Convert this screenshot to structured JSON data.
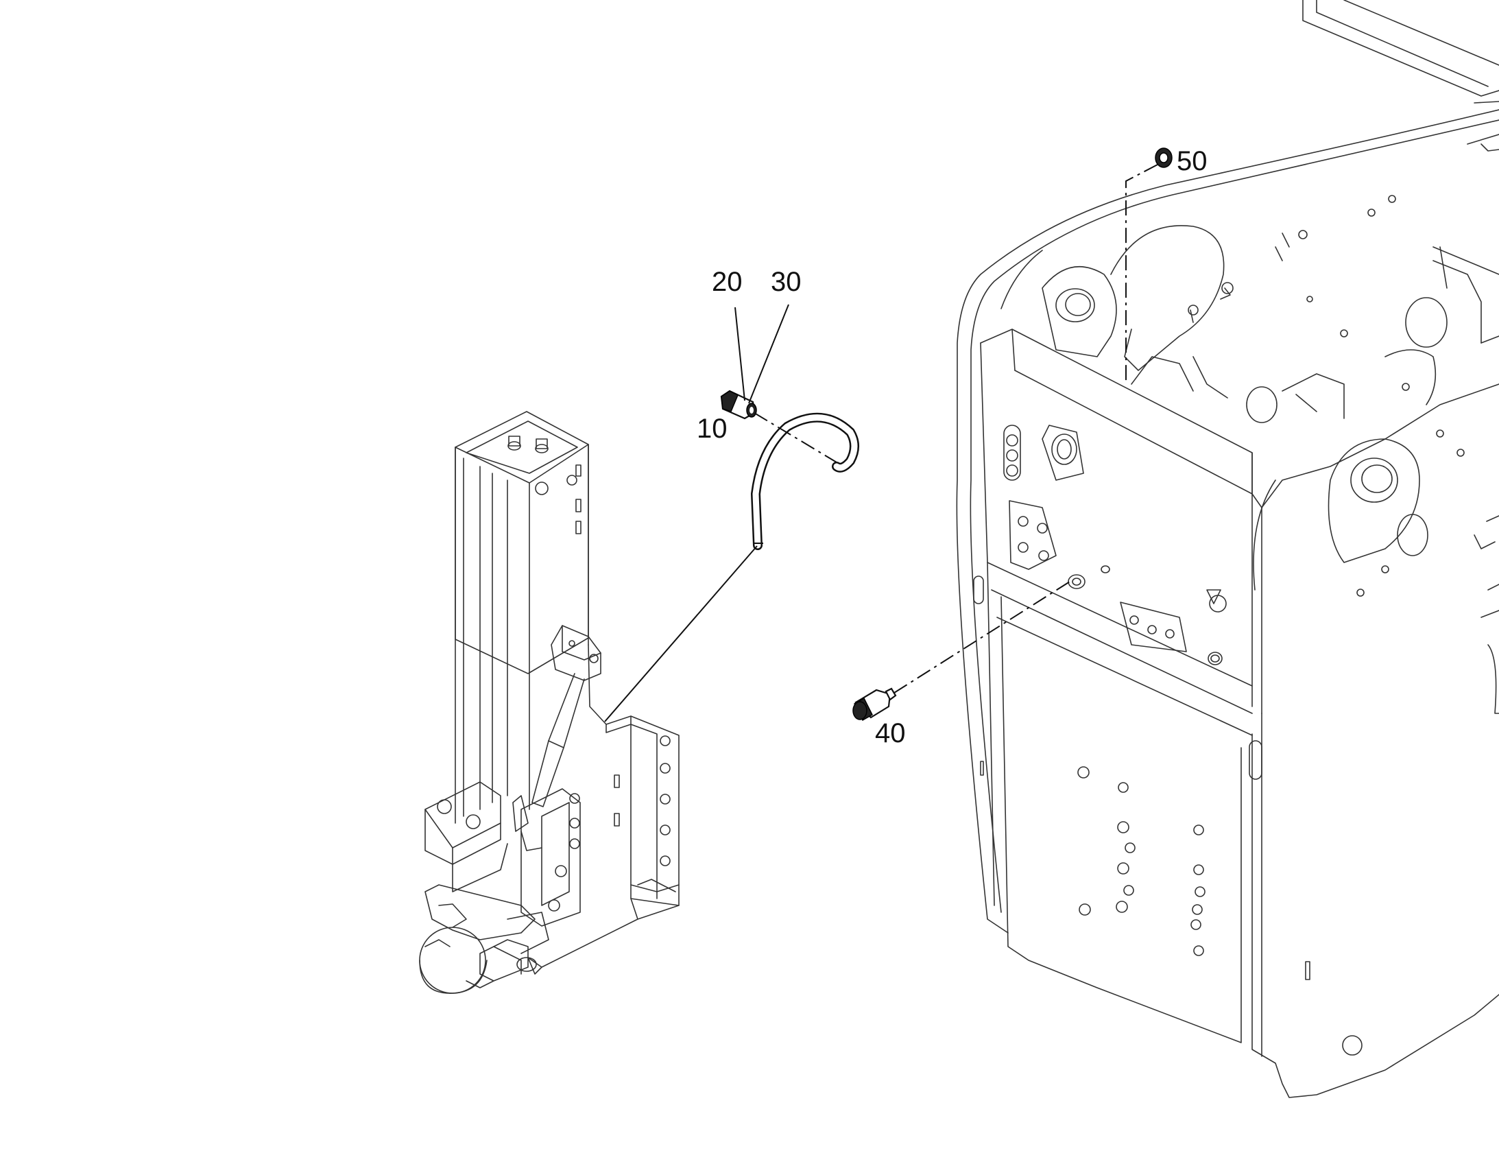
{
  "callouts": {
    "c10": "10",
    "c20": "20",
    "c30": "30",
    "c40": "40",
    "c50": "50"
  }
}
